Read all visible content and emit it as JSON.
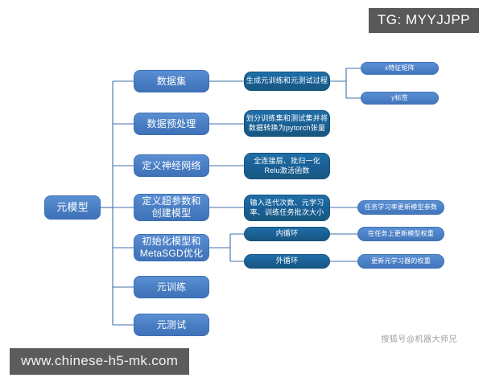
{
  "overlays": {
    "tag_badge": "TG: MYYJJPP",
    "url_watermark": "www.chinese-h5-mk.com",
    "credit": "搜狐号@机器大师兄"
  },
  "colors": {
    "level1_blue": "#4a7fc4",
    "level2_blue": "#1a5f95",
    "level3_blue": "#4b80c6",
    "connector": "#3f6fa8",
    "overlay_gray": "#595959",
    "background": "#ffffff"
  },
  "mindmap": {
    "root": {
      "label": "元模型"
    },
    "branches": [
      {
        "label": "数据集",
        "children": [
          {
            "label": "生成元训练和元测试过程",
            "children": [
              {
                "label": "x特征矩阵"
              },
              {
                "label": "y标签"
              }
            ]
          }
        ]
      },
      {
        "label": "数据预处理",
        "children": [
          {
            "label": "划分训练集和测试集并将\n数据转换为pytorch张量",
            "children": []
          }
        ]
      },
      {
        "label": "定义神经网络",
        "children": [
          {
            "label": "全连接层、批归一化\nRelu激活函数",
            "children": []
          }
        ]
      },
      {
        "label": "定义超参数和\n创建模型",
        "children": [
          {
            "label": "输入迭代次数、元学习\n率、训练任务批次大小",
            "children": [
              {
                "label": "任务学习率更新模型参数"
              }
            ]
          }
        ]
      },
      {
        "label": "初始化模型和\nMetaSGD优化",
        "children": [
          {
            "label": "内循环",
            "children": [
              {
                "label": "在任务上更新模型权重"
              }
            ]
          },
          {
            "label": "外循环",
            "children": [
              {
                "label": "更新元学习器的权重"
              }
            ]
          }
        ]
      },
      {
        "label": "元训练",
        "children": []
      },
      {
        "label": "元测试",
        "children": []
      }
    ]
  }
}
